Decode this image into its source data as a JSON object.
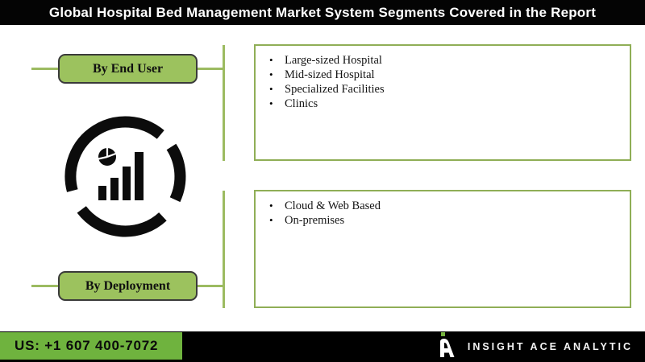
{
  "title": "Global Hospital Bed Management Market System Segments Covered in the Report",
  "segments": [
    {
      "label": "By End User",
      "items": [
        "Large-sized Hospital",
        "Mid-sized Hospital",
        "Specialized Facilities",
        "Clinics"
      ]
    },
    {
      "label": "By Deployment",
      "items": [
        "Cloud & Web Based",
        "On-premises"
      ]
    }
  ],
  "footer": {
    "phone": "US: +1 607 400-7072",
    "brand": "INSIGHT ACE ANALYTIC"
  },
  "icons": {
    "center_graphic": "analytics-chart-ring-icon",
    "brand_logo": "insight-ace-logo-icon"
  },
  "colors": {
    "pill_green": "#9cc25e",
    "line_green": "#8fae56",
    "footer_green": "#6fb33e",
    "banner_black": "#000000",
    "text_white": "#ffffff",
    "text_black": "#111111"
  }
}
